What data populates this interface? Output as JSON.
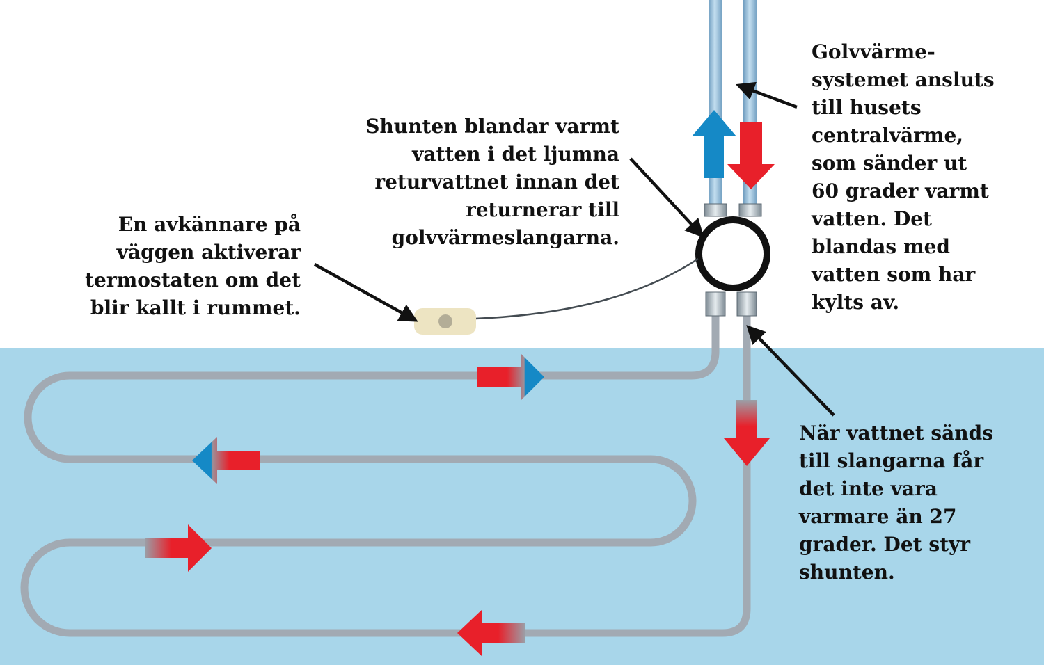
{
  "labels": {
    "shunt": [
      "Shunten blandar varmt",
      "vatten i det ljumna",
      "returvattnet innan det",
      "returnerar till",
      "golvvärmeslangarna."
    ],
    "sensor": [
      "En avkännare på",
      "väggen aktiverar",
      "termostaten om det",
      "blir kallt i rummet."
    ],
    "central": [
      "Golvvärme-",
      "systemet ansluts",
      "till husets",
      "centralvärme,",
      "som sänder ut",
      "60 grader varmt",
      "vatten. Det",
      "blandas med",
      "vatten som har",
      "kylts av."
    ],
    "hoses": [
      "När vattnet sänds",
      "till slangarna får",
      "det inte vara",
      "varmare än 27",
      "grader. Det styr",
      "shunten."
    ]
  },
  "colors": {
    "floor": "#a8d6ea",
    "hot": "#e8202a",
    "cold": "#1589c6",
    "pipe": "#a2aab3",
    "riser": "#8db6d4",
    "text": "#111111"
  }
}
